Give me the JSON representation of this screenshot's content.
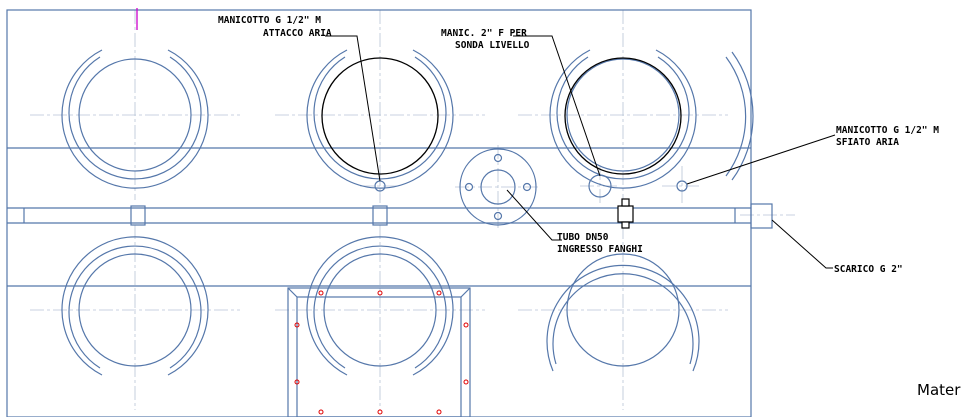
{
  "labels": {
    "attacco_aria_line1": "MANICOTTO G 1/2\" M",
    "attacco_aria_line2": "ATTACCO ARIA",
    "sonda_line1": "MANIC. 2\" F PER",
    "sonda_line2": "SONDA LIVELLO",
    "sfiato_line1": "MANICOTTO G 1/2\" M",
    "sfiato_line2": "SFIATO ARIA",
    "tubo_line1": "TUBO DN50",
    "tubo_line2": "INGRESSO FANGHI",
    "scarico": "SCARICO G 2\"",
    "materiale": "Mater"
  },
  "colors": {
    "frame": "#5577aa",
    "center_line": "#b8c4d6",
    "leader": "#000000",
    "marker": "#e00000",
    "tick": "#cc00cc"
  }
}
